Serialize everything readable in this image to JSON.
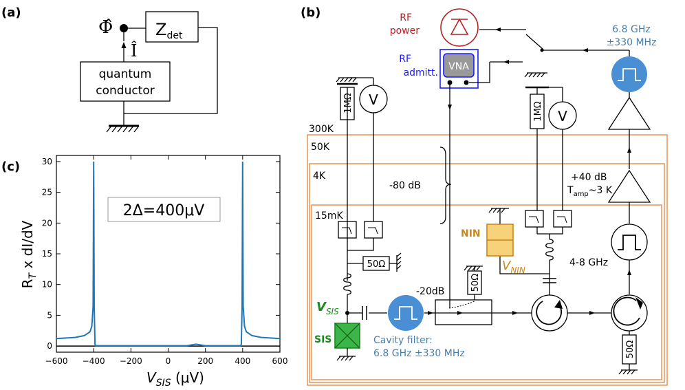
{
  "panel_a": {
    "label": "(a)",
    "phi": "Φ̂",
    "current": "Î",
    "zdet_main": "Z",
    "zdet_sub": "det",
    "conductor_line1": "quantum",
    "conductor_line2": "conductor"
  },
  "panel_b": {
    "label": "(b)",
    "rf_power_line1": "RF",
    "rf_power_line2": "power",
    "rf_admitt_line1": "RF",
    "rf_admitt_line2": "admitt.",
    "vna": "VNA",
    "source_freq_line1": "6.8 GHz",
    "source_freq_line2": "±330 MHz",
    "temp_300k": "300K",
    "temp_50k": "50K",
    "temp_4k": "4K",
    "temp_15mk": "15mK",
    "resistor_1m_left": "1MΩ",
    "resistor_1m_right": "1MΩ",
    "voltmeter_left": "V",
    "voltmeter_right": "V",
    "attenuation_80": "-80 dB",
    "amp_gain": "+40 dB",
    "amp_temp_main": "T",
    "amp_temp_sub": "amp",
    "amp_temp_val": "~3 K",
    "nin_label": "NIN",
    "vnin_main": "V",
    "vnin_sub": "NIN",
    "r50_bias": "50Ω",
    "r50_coupler": "50Ω",
    "r50_term": "50Ω",
    "coupler_att": "-20dB",
    "band_label": "4-8 GHz",
    "vsis_main": "V",
    "vsis_sub": "SIS",
    "sis_label": "SIS",
    "cavity_line1": "Cavity filter:",
    "cavity_line2": "6.8 GHz ±330 MHz",
    "colors": {
      "rf_power": "#b22222",
      "vna_blue": "#1a1aff",
      "freq_blue": "#4a7fa8",
      "stage_orange": "#e8823a",
      "nin_orange": "#c8871a",
      "sis_green": "#1a8a1a",
      "filter_fill": "#4a8fd4"
    }
  },
  "panel_c": {
    "label": "(c)",
    "annotation": "2Δ=400μV",
    "chart_data": {
      "type": "line",
      "x_label_main": "V",
      "x_label_sub": "SIS",
      "x_label_unit": " (μV)",
      "y_label_pre": "R",
      "y_label_sub": "T",
      "y_label_post": " x dI/dV",
      "xlim": [
        -600,
        600
      ],
      "ylim": [
        -1,
        31
      ],
      "xticks": [
        "−600",
        "−400",
        "−200",
        "0",
        "200",
        "400",
        "600"
      ],
      "xtick_values": [
        -600,
        -400,
        -200,
        0,
        200,
        400,
        600
      ],
      "yticks": [
        "0",
        "5",
        "10",
        "15",
        "20",
        "25",
        "30"
      ],
      "ytick_values": [
        0,
        5,
        10,
        15,
        20,
        25,
        30
      ],
      "series_color": "#1f77b4",
      "x": [
        -600,
        -500,
        -450,
        -420,
        -410,
        -403,
        -400,
        -397,
        -393,
        -390,
        -380,
        -300,
        -200,
        -100,
        0,
        100,
        150,
        200,
        300,
        380,
        390,
        393,
        397,
        400,
        403,
        410,
        420,
        450,
        500,
        600
      ],
      "y": [
        1.2,
        1.4,
        1.7,
        2.3,
        3.2,
        6.5,
        30,
        6.5,
        0.3,
        0.05,
        0.05,
        0.05,
        0.05,
        0.05,
        0.05,
        0.05,
        0.3,
        0.05,
        0.05,
        0.05,
        0.05,
        0.3,
        6.5,
        30,
        6.5,
        3.2,
        2.3,
        1.7,
        1.4,
        1.2
      ]
    }
  }
}
